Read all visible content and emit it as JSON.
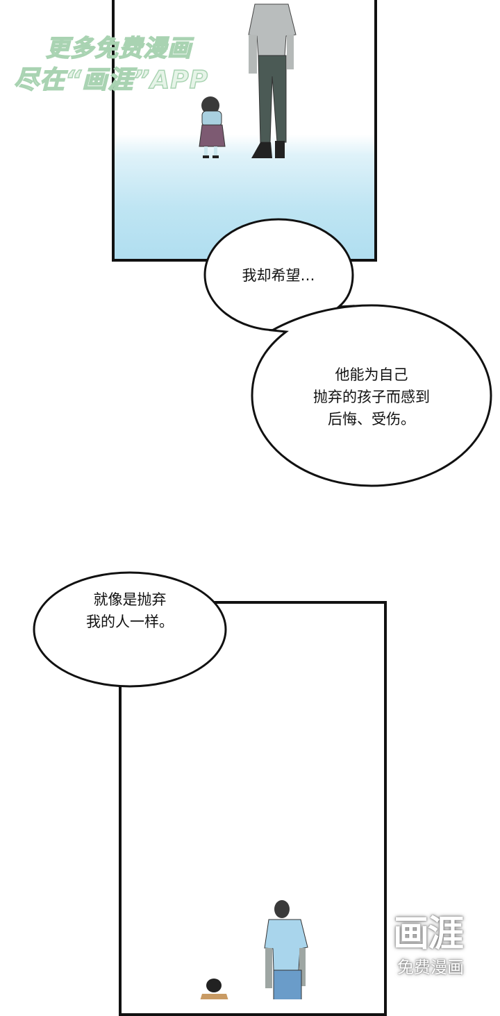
{
  "watermark_top": {
    "line1": "更多免费漫画",
    "line2": "尽在“画涯”APP"
  },
  "watermark_corner": {
    "logo": "画涯",
    "caption": "免费漫画"
  },
  "bubbles": [
    {
      "lines": [
        "我却希望…"
      ]
    },
    {
      "lines": [
        "他能为自己",
        "抛弃的孩子而感到",
        "后悔、受伤。"
      ]
    },
    {
      "lines": [
        "就像是抛弃",
        "我的人一样。"
      ]
    }
  ],
  "colors": {
    "sky": "#b0def0",
    "border": "#111111"
  }
}
